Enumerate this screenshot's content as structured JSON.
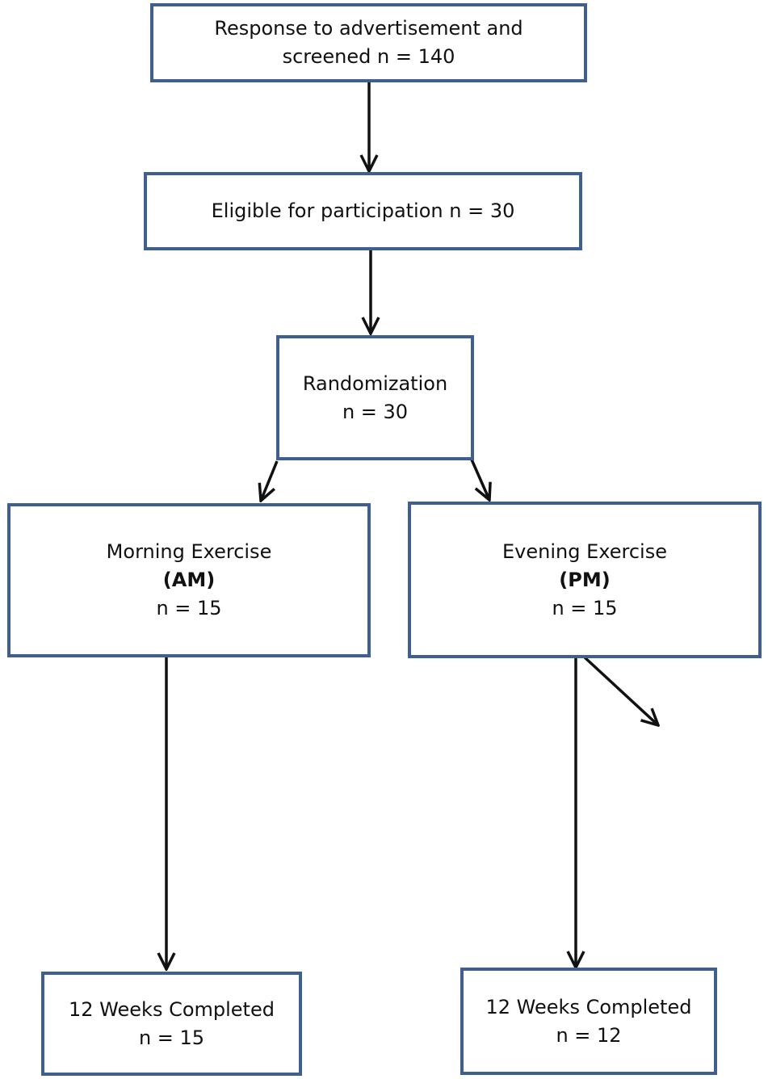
{
  "nodes": {
    "screened": {
      "line1": "Response to advertisement and",
      "line2": "screened n = 140"
    },
    "eligible": {
      "line1": "Eligible for participation n = 30"
    },
    "randomization": {
      "line1": "Randomization",
      "line2": "n = 30"
    },
    "morning": {
      "line1": "Morning Exercise",
      "line2": "(AM)",
      "line3": "n = 15"
    },
    "evening": {
      "line1": "Evening Exercise",
      "line2": "(PM)",
      "line3": "n = 15"
    },
    "morning_completed": {
      "line1": "12 Weeks Completed",
      "line2": "n = 15"
    },
    "evening_completed": {
      "line1": "12 Weeks Completed",
      "line2": "n = 12"
    }
  },
  "colors": {
    "box_border": "#3f5f8f",
    "arrow": "#111111"
  }
}
